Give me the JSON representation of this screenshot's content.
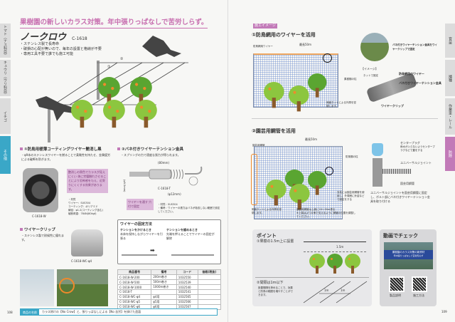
{
  "left_page": {
    "page_number": "108",
    "tabs": [
      "トマト（ナス科目）",
      "キュウリ（ウリ科目）",
      "イチゴ",
      "その他"
    ],
    "active_tab": "その他",
    "headline": "果樹園の新しいカラス対策。年中張りっぱなしで苦労しらず。",
    "product_name": "ノークロウ",
    "product_code": "C-1618",
    "bullets": [
      "ステンレス製で長寿命",
      "破損の心配が無いので、毎年の設置と格納が不要",
      "専用工具不要で誰でも施工可能"
    ],
    "illustration_labels": [
      "①",
      "②"
    ],
    "section1": {
      "title": "①防鳥用極薄コーティングワイヤー艶消し黒",
      "desc": "・φ9本のステンレスワイヤーを撚ることで柔軟性を持たせ、金属疲労による破断を防ぎます。",
      "callout": "艶消しの黒色でカラスが見えにくい 体に完璧触れさせることにより恐怖感を与え、近寄りにくくする効果があります。",
      "spool_code": "C-1618-W",
      "specs": [
        "・材質",
        "ワイヤー：SUS304",
        "コーティング：ポリアミド",
        "線径：φ1.2(コーティング含む)",
        "破断荷重：784N(80kgf)"
      ]
    },
    "section2": {
      "title": "②バネ付きワイヤーテンション金具",
      "desc": "・スプリングの力で適度な張力が得られます。",
      "dim_length": "(80mm)",
      "dim_dia": "(φ9.5mm)",
      "dim_hook": "(φ12mm)",
      "code": "C-1618-T",
      "callout": "ワイヤーを通す 穴付で固定",
      "specs": [
        "・材質：SUS304",
        "・備考：ワイヤーの張力はバネが吸収しない範囲で設定してください。"
      ]
    },
    "section3": {
      "title": "ワイヤークリップ",
      "desc": "・ステンレス製で耐候性に優れます。",
      "code": "C-1618-WC-φ4"
    },
    "fix_method": {
      "title": "ワイヤーの固定方法",
      "left_head": "テンションをかけるとき",
      "left_desc": "本体を保持しながらワイヤーを引張る",
      "right_head": "テンションを緩めるとき",
      "right_desc": "先端を押えることでワイヤーの固定が解除"
    },
    "table": {
      "headers": [
        "商品番号",
        "備考",
        "コード",
        "価格(税抜)"
      ],
      "rows": [
        [
          "C-1618-W-200",
          "200m巻き",
          "1032550",
          ""
        ],
        [
          "C-1618-W-500",
          "500m巻き",
          "1032539",
          ""
        ],
        [
          "C-1618-W-1000",
          "1000m巻き",
          "1032540",
          ""
        ],
        [
          "C-1618-T",
          "",
          "1032541",
          ""
        ],
        [
          "C-1618-WC-φ4",
          "φ4用",
          "1032565",
          ""
        ],
        [
          "C-1618-WC-φ5",
          "φ5用",
          "1032566",
          ""
        ],
        [
          "C-1618-WC-φ6",
          "φ6用",
          "1032567",
          ""
        ]
      ]
    },
    "footer": {
      "label": "商品の名前",
      "text": "カラス除けの【No Crow】と、張りっぱなしによる【No 苦労】を掛けた造語"
    }
  },
  "right_page": {
    "page_number": "109",
    "tabs": [
      "育苗",
      "播種",
      "作業車・レール",
      "防除"
    ],
    "active_tab": "防除",
    "tag": "施工イメージ",
    "section1": {
      "title": "①防鳥網用のワイヤーを活用",
      "wire_label": "防鳥網用ワイヤー",
      "span": "最長50m",
      "pillar_label": "果樹棚の柱",
      "net_note": "側面ネットによる外周を密閉します。",
      "photo_caption": "バネ付きワイヤーテンション金具をワイヤークリップで固定",
      "image_label": "【イメージ】",
      "net_fix": "ネットで固定",
      "parts": [
        "防鳥網用のワイヤー",
        "バネ付きワイヤーテンション金具",
        "ワイヤークリップ"
      ]
    },
    "section2": {
      "title": "②園芸用鋼管を活用",
      "pipe_label": "園芸用鋼管",
      "span": "最長50m",
      "pillar_label": "防風棚の柱",
      "net_note": "側面ネットによる外周を密閉します。",
      "pipe_note": "園芸用鋼管は上面に20～30m張る",
      "pipe_note2": "※上端はより片側で支えるように鋼管の位置を調整してください。",
      "support_note": "支柱には園芸用鋼管を使用し、外周囲に針金などで固定をする",
      "parts": [
        "センタープラグ",
        "雨水が入らないようセンタープラグなどで蓋をする",
        "ユニバーサルジョイント",
        "園芸用鋼管"
      ],
      "joint_note": "ユニバーサルジョイントを園芸用鋼管に固定し、ボルト部にバネ付きワイヤーテンション金具を取り付ける"
    },
    "point": {
      "title": "ポイント",
      "item1": "①果樹の1.5m上に設置",
      "height": "1.5m",
      "item2": "②間隔は1m以下",
      "item2_desc": "設置間隔を狭めることで、効果と防鳥の範囲を増やすことができます。",
      "gap": "1m"
    },
    "video": {
      "title": "動画でチェック",
      "thumb_title": "果樹園のカラス対策の新資材",
      "thumb_sub": "年中張りっぱなしで苦労知らず",
      "qr1": "製品説明",
      "qr2": "施工方法"
    }
  },
  "colors": {
    "accent_pink": "#c27ab8",
    "accent_teal": "#3aa7c7",
    "tree_green": "#8cc63f",
    "orange": "#f08a2b"
  }
}
